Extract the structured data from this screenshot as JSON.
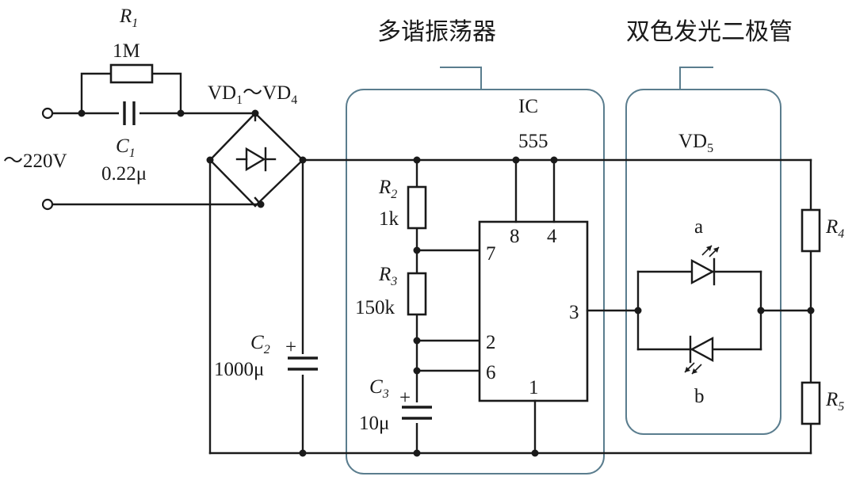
{
  "header": {
    "multivibrator": "多谐振荡器",
    "bicolor_led": "双色发光二极管"
  },
  "components": {
    "r1": {
      "name": "R",
      "sub": "1",
      "value": "1M"
    },
    "c1": {
      "name": "C",
      "sub": "1",
      "value": "0.22μ"
    },
    "r2": {
      "name": "R",
      "sub": "2",
      "value": "1k"
    },
    "r3": {
      "name": "R",
      "sub": "3",
      "value": "150k"
    },
    "c2": {
      "name": "C",
      "sub": "2",
      "plus": "+",
      "value": "1000μ"
    },
    "c3": {
      "name": "C",
      "sub": "3",
      "plus": "+",
      "value": "10μ"
    },
    "r4": {
      "name": "R",
      "sub": "4"
    },
    "r5": {
      "name": "R",
      "sub": "5"
    },
    "vd5": {
      "name": "VD",
      "sub": "5"
    },
    "ic": {
      "name": "IC",
      "model": "555"
    },
    "led_a": "a",
    "led_b": "b"
  },
  "bridge": {
    "prefix": "VD",
    "sub_a": "1",
    "tilde": "～",
    "mid": "VD",
    "sub_b": "4"
  },
  "input": {
    "voltage": "～220V"
  },
  "ic_pins": {
    "p8": "8",
    "p4": "4",
    "p7": "7",
    "p3": "3",
    "p2": "2",
    "p6": "6",
    "p1": "1"
  },
  "colors": {
    "wire": "#1a1a1a",
    "box": "#5a7d8e",
    "background": "#ffffff"
  }
}
